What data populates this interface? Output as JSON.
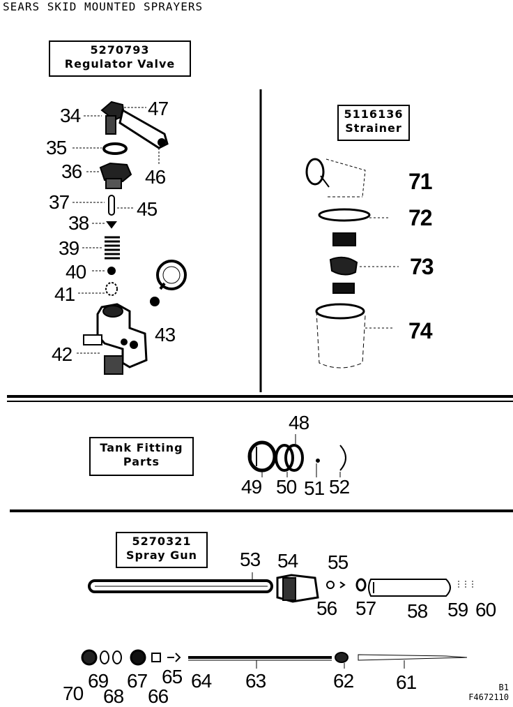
{
  "header": {
    "title": "SEARS SKID MOUNTED SPRAYERS"
  },
  "regulator": {
    "part_no": "5270793",
    "name": "Regulator Valve",
    "labels": {
      "n34": "34",
      "n47": "47",
      "n35": "35",
      "n46": "46",
      "n36": "36",
      "n37": "37",
      "n45": "45",
      "n38": "38",
      "n39": "39",
      "n40": "40",
      "n41": "41",
      "n43": "43",
      "n42": "42"
    }
  },
  "strainer": {
    "part_no": "5116136",
    "name": "Strainer",
    "labels": {
      "n71": "71",
      "n72": "72",
      "n73": "73",
      "n74": "74"
    }
  },
  "tank": {
    "line1": "Tank Fitting",
    "line2": "Parts",
    "labels": {
      "n48": "48",
      "n49": "49",
      "n50": "50",
      "n51": "51",
      "n52": "52"
    }
  },
  "spraygun": {
    "part_no": "5270321",
    "name": "Spray Gun",
    "labels": {
      "n53": "53",
      "n54": "54",
      "n55": "55",
      "n56": "56",
      "n57": "57",
      "n58": "58",
      "n59": "59",
      "n60": "60",
      "n70": "70",
      "n69": "69",
      "n68": "68",
      "n67": "67",
      "n66": "66",
      "n65": "65",
      "n64": "64",
      "n63": "63",
      "n62": "62",
      "n61": "61"
    }
  },
  "corner": {
    "line1": "B1",
    "line2": "F4672110"
  }
}
